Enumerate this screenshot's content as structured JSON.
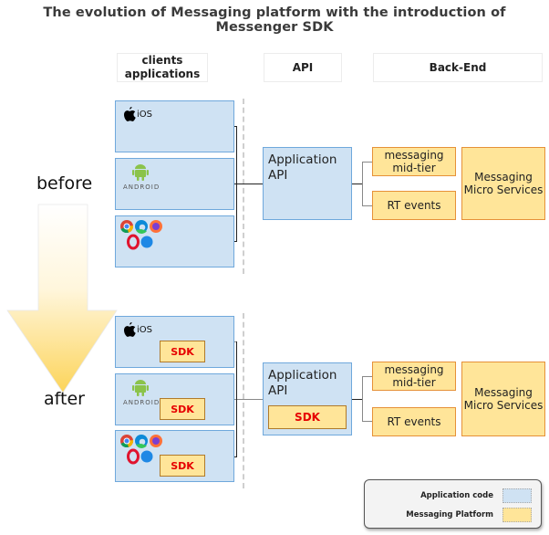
{
  "title": "The evolution of Messaging platform with the introduction of Messenger SDK",
  "column_headers": {
    "clients": "clients\napplications",
    "clients_line1": "clients",
    "clients_line2": "applications",
    "api": "API",
    "backend": "Back-End"
  },
  "phases": {
    "before": "before",
    "after": "after"
  },
  "clients": [
    {
      "platform": "iOS",
      "icon": "apple-icon",
      "label": "iOS"
    },
    {
      "platform": "Android",
      "icon": "android-icon",
      "label": "ANDROID"
    },
    {
      "platform": "Web",
      "icon": "browsers-icon",
      "label": ""
    }
  ],
  "api": {
    "line1": "Application",
    "line2": "API"
  },
  "backend": {
    "midtier_line1": "messaging",
    "midtier_line2": "mid-tier",
    "rt_events": "RT events",
    "micro_line1": "Messaging",
    "micro_line2": "Micro Services"
  },
  "sdk_label": "SDK",
  "legend": {
    "items": [
      {
        "label": "Application code",
        "color": "#cfe2f3"
      },
      {
        "label": "Messaging Platform",
        "color": "#ffe599"
      }
    ]
  },
  "colors": {
    "application_code": "#cfe2f3",
    "messaging_platform": "#ffe599",
    "sdk_text": "#e60000"
  }
}
